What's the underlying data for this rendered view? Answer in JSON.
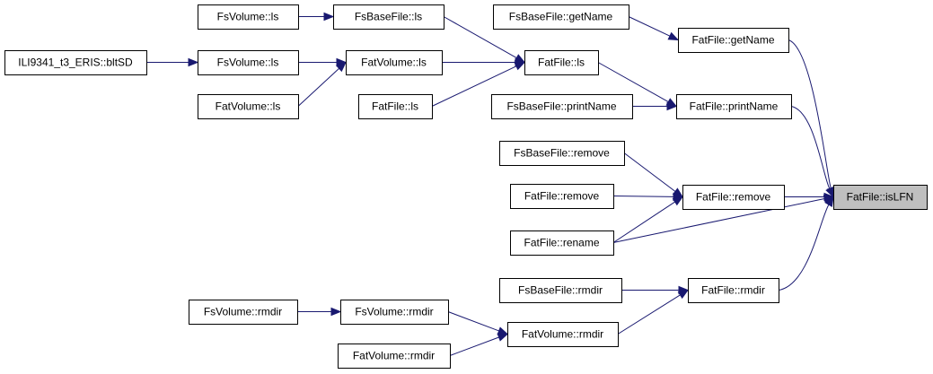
{
  "graph": {
    "colors": {
      "edge": "#191970",
      "node_border": "#000000",
      "highlight_fill": "#bfbfbf",
      "background": "#ffffff"
    },
    "nodes": [
      {
        "id": "isLFN",
        "label": "FatFile::isLFN",
        "highlight": true
      },
      {
        "id": "fatGetName",
        "label": "FatFile::getName"
      },
      {
        "id": "fatPrintName",
        "label": "FatFile::printName"
      },
      {
        "id": "fatRemove",
        "label": "FatFile::remove"
      },
      {
        "id": "fatRename",
        "label": "FatFile::rename"
      },
      {
        "id": "fatRmdir",
        "label": "FatFile::rmdir"
      },
      {
        "id": "fsbGetName",
        "label": "FsBaseFile::getName"
      },
      {
        "id": "fatLs",
        "label": "FatFile::ls"
      },
      {
        "id": "fsbPrintName",
        "label": "FsBaseFile::printName"
      },
      {
        "id": "fsbRemove",
        "label": "FsBaseFile::remove"
      },
      {
        "id": "fatRemove2",
        "label": "FatFile::remove"
      },
      {
        "id": "fsbRmdir",
        "label": "FsBaseFile::rmdir"
      },
      {
        "id": "fatVolRmdir",
        "label": "FatVolume::rmdir"
      },
      {
        "id": "fsbLs",
        "label": "FsBaseFile::ls"
      },
      {
        "id": "fatVolLs",
        "label": "FatVolume::ls"
      },
      {
        "id": "fatLs2",
        "label": "FatFile::ls"
      },
      {
        "id": "fsVolRmdir2",
        "label": "FsVolume::rmdir"
      },
      {
        "id": "fatVolRmdir2",
        "label": "FatVolume::rmdir"
      },
      {
        "id": "fsVolLs1",
        "label": "FsVolume::ls"
      },
      {
        "id": "fsVolLs2",
        "label": "FsVolume::ls"
      },
      {
        "id": "fatVolLs2",
        "label": "FatVolume::ls"
      },
      {
        "id": "fsVolRmdir1",
        "label": "FsVolume::rmdir"
      },
      {
        "id": "ili",
        "label": "ILI9341_t3_ERIS::bltSD"
      }
    ],
    "edges": [
      {
        "from": "fatGetName",
        "to": "isLFN"
      },
      {
        "from": "fatPrintName",
        "to": "isLFN"
      },
      {
        "from": "fatRemove",
        "to": "isLFN"
      },
      {
        "from": "fatRename",
        "to": "isLFN"
      },
      {
        "from": "fatRmdir",
        "to": "isLFN"
      },
      {
        "from": "fsbGetName",
        "to": "fatGetName"
      },
      {
        "from": "fatLs",
        "to": "fatPrintName"
      },
      {
        "from": "fsbPrintName",
        "to": "fatPrintName"
      },
      {
        "from": "fsbRemove",
        "to": "fatRemove"
      },
      {
        "from": "fatRemove2",
        "to": "fatRemove"
      },
      {
        "from": "fatRename",
        "to": "fatRemove"
      },
      {
        "from": "fsbRmdir",
        "to": "fatRmdir"
      },
      {
        "from": "fatVolRmdir",
        "to": "fatRmdir"
      },
      {
        "from": "fsbLs",
        "to": "fatLs"
      },
      {
        "from": "fatVolLs",
        "to": "fatLs"
      },
      {
        "from": "fatLs2",
        "to": "fatLs"
      },
      {
        "from": "fsVolRmdir2",
        "to": "fatVolRmdir"
      },
      {
        "from": "fatVolRmdir2",
        "to": "fatVolRmdir"
      },
      {
        "from": "fsVolLs1",
        "to": "fsbLs"
      },
      {
        "from": "fsVolLs2",
        "to": "fatVolLs"
      },
      {
        "from": "fatVolLs2",
        "to": "fatVolLs"
      },
      {
        "from": "fsVolRmdir1",
        "to": "fsVolRmdir2"
      },
      {
        "from": "ili",
        "to": "fsVolLs2"
      }
    ]
  }
}
